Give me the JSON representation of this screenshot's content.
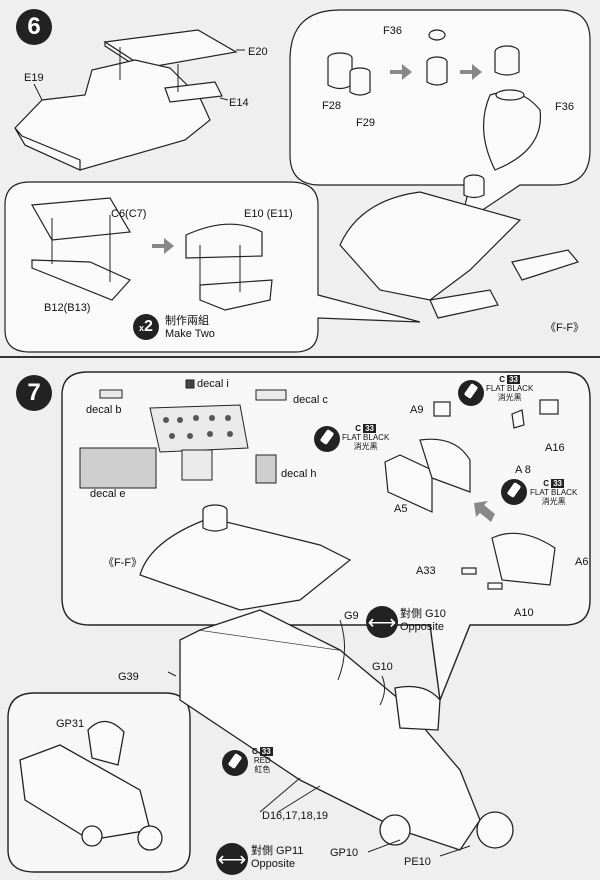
{
  "step6": {
    "number": "6",
    "labels": {
      "e20": "E20",
      "e19": "E19",
      "e14": "E14",
      "f36_top": "F36",
      "f28": "F28",
      "f29": "F29",
      "f36_right": "F36",
      "c6": "C6(C7)",
      "e10": "E10 (E11)",
      "b12": "B12(B13)",
      "ff": "《F-F》"
    },
    "make_two": {
      "multiplier": "2",
      "cn": "制作兩組",
      "en": "Make Two"
    }
  },
  "step7": {
    "number": "7",
    "decals": {
      "i": "decal i",
      "b": "decal b",
      "c": "decal c",
      "e": "decal e",
      "h": "decal h"
    },
    "paint": {
      "code": "33",
      "flat_black_en": "FLAT BLACK",
      "flat_black_cn": "消光黑",
      "red_en": "RED",
      "red_cn": "紅色"
    },
    "labels": {
      "a9": "A9",
      "a16": "A16",
      "a8": "A 8",
      "a5": "A5",
      "ff": "《F-F》",
      "a33": "A33",
      "a6": "A6",
      "a10": "A10",
      "g9": "G9",
      "g10": "G10",
      "g39": "G39",
      "gp31": "GP31",
      "d16": "D16,17,18,19",
      "gp10": "GP10",
      "pe10": "PE10"
    },
    "opposite_g10": {
      "cn": "對側 G10",
      "en": "Opposite"
    },
    "opposite_gp11": {
      "cn": "對側 GP11",
      "en": "Opposite"
    }
  }
}
